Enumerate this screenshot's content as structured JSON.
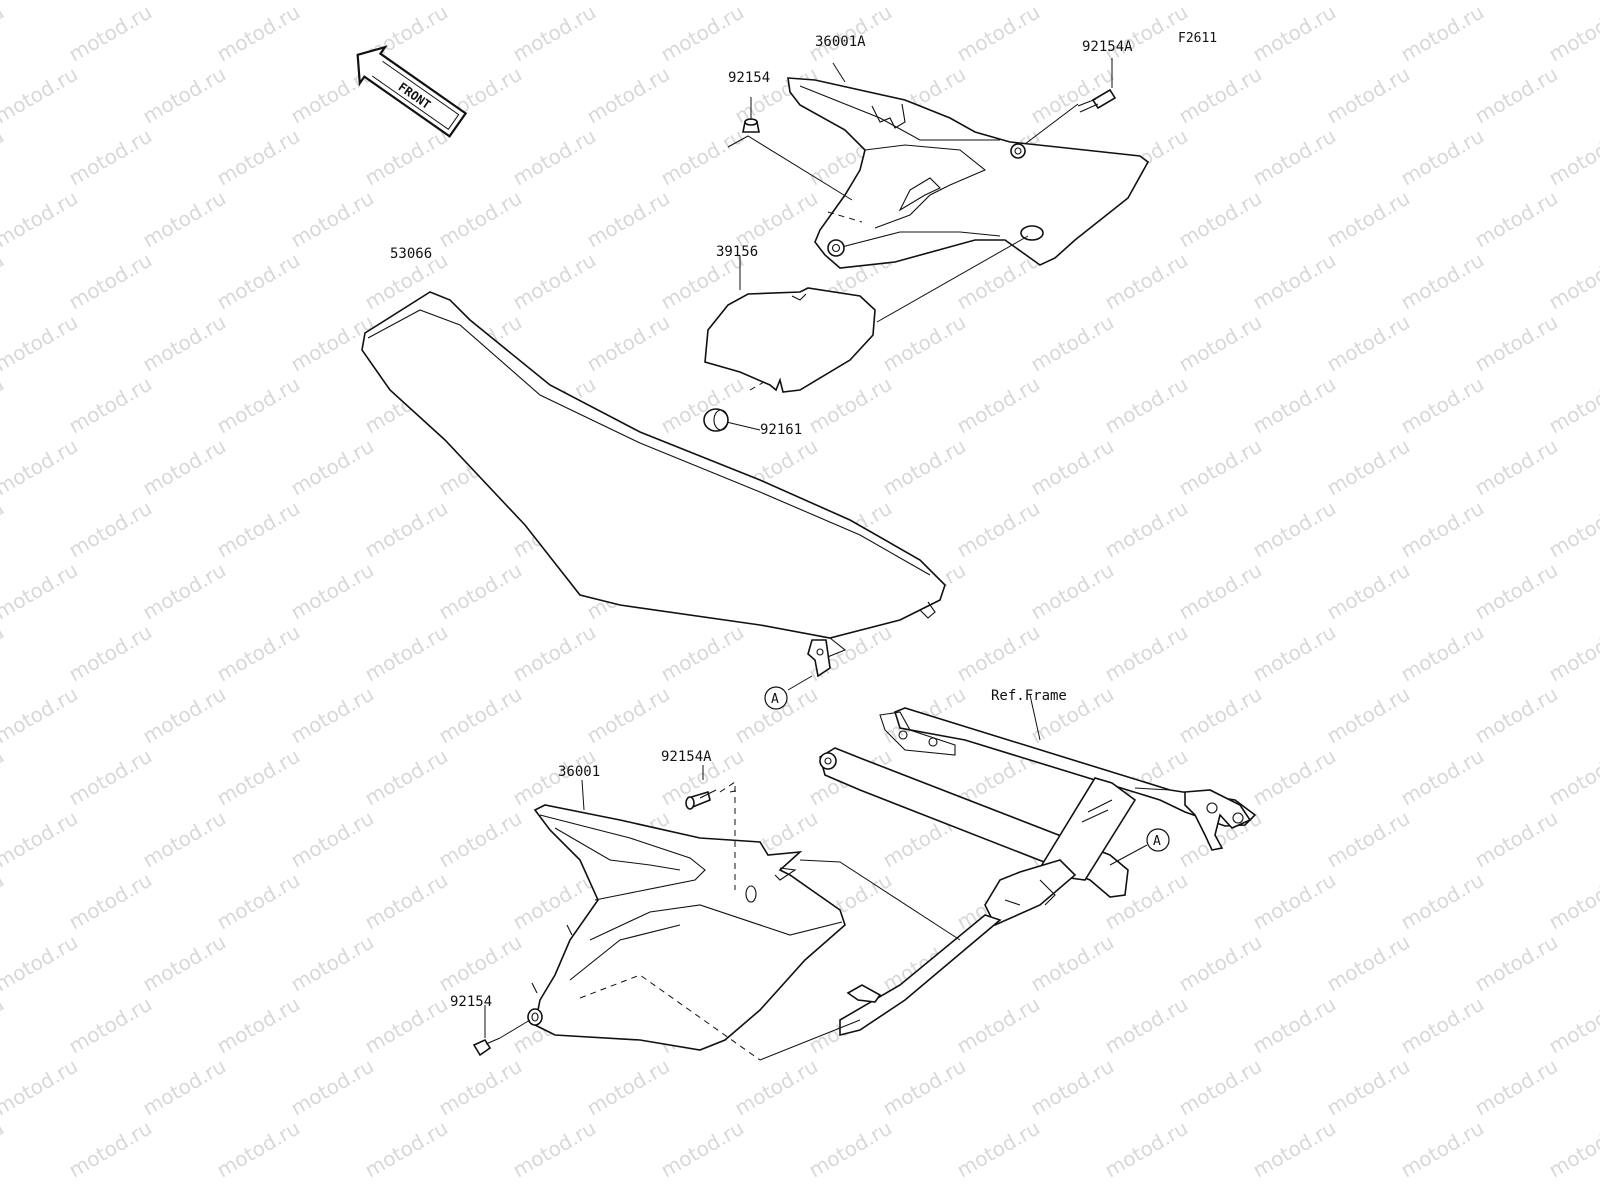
{
  "diagram": {
    "figure_code": "F2611",
    "watermark_text": "motod.ru",
    "front_arrow_text": "FRONT",
    "reference_frame_label": "Ref.Frame",
    "connector_letter": "A",
    "parts": [
      {
        "number": "36001A",
        "name": "upper-side-cover"
      },
      {
        "number": "92154",
        "name": "upper-bolt-left"
      },
      {
        "number": "92154A",
        "name": "upper-bolt-right"
      },
      {
        "number": "39156",
        "name": "side-pad"
      },
      {
        "number": "53066",
        "name": "seat"
      },
      {
        "number": "92161",
        "name": "damper"
      },
      {
        "number": "36001",
        "name": "lower-side-cover"
      },
      {
        "number": "92154A",
        "name": "lower-bolt-top"
      },
      {
        "number": "92154",
        "name": "lower-bolt-bottom"
      }
    ]
  }
}
